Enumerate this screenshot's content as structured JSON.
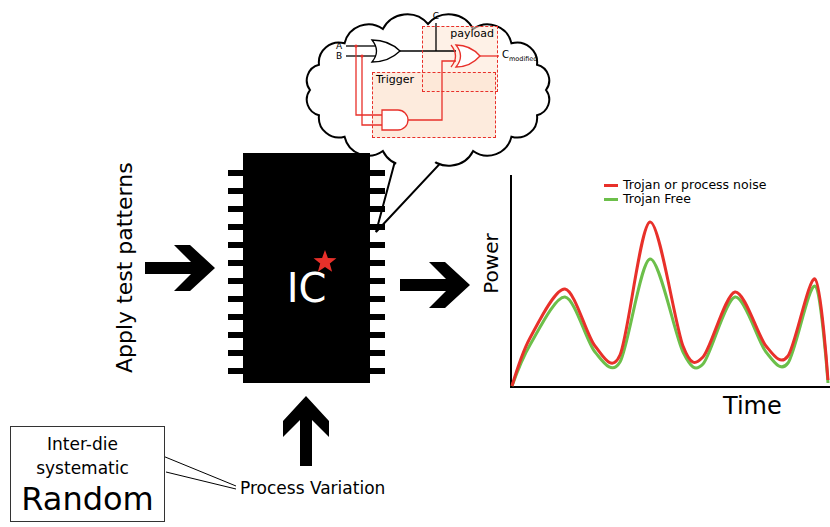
{
  "diagram": {
    "nodes": [
      {
        "text": [
          "payload"
        ]
      },
      {
        "text": [
          "Trigger"
        ]
      },
      {
        "text": [
          "IC"
        ]
      },
      {
        "text": [
          "Inter-die systematic",
          "Random"
        ]
      }
    ],
    "labels": [
      "A",
      "B",
      "C",
      "C",
      "modified",
      "Apply test patterns",
      "Power",
      "Time",
      "Process Variation"
    ],
    "legend": [
      {
        "text": "Trojan or process noise",
        "color": "#e8302a"
      },
      {
        "text": "Trojan Free",
        "color": "#6cbf4a"
      }
    ]
  }
}
